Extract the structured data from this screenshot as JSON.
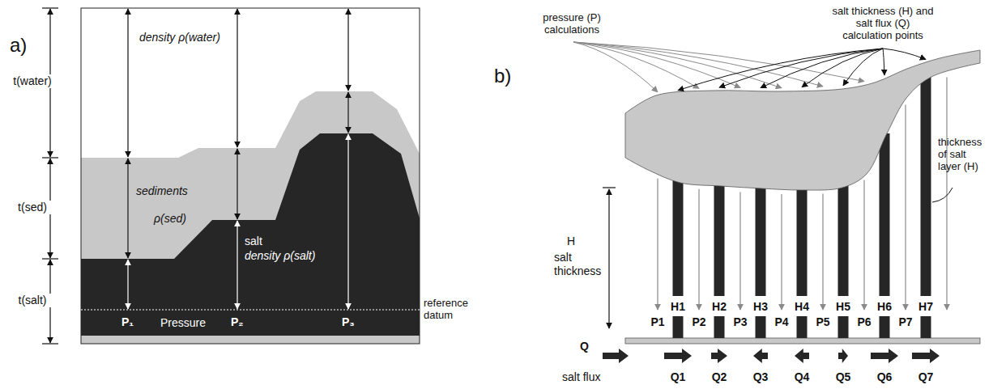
{
  "diagram": {
    "labels": [
      "a)",
      "t(water)",
      "t(sed)",
      "t(salt)",
      "density ρ(water)",
      "sediments",
      "ρ(sed)",
      "salt",
      "density ρ(salt)",
      "reference datum",
      "P₁",
      "Pressure",
      "P₂",
      "P₃",
      "b)",
      "pressure (P) calculations",
      "salt thickness (H) and salt flux (Q) calculation points",
      "thickness of salt layer (H)",
      "H",
      "salt thickness",
      "H1",
      "H2",
      "H3",
      "H4",
      "H5",
      "H6",
      "H7",
      "P1",
      "P2",
      "P3",
      "P4",
      "P5",
      "P6",
      "P7",
      "Q",
      "salt flux",
      "Q1",
      "Q2",
      "Q3",
      "Q4",
      "Q5",
      "Q6",
      "Q7"
    ]
  }
}
